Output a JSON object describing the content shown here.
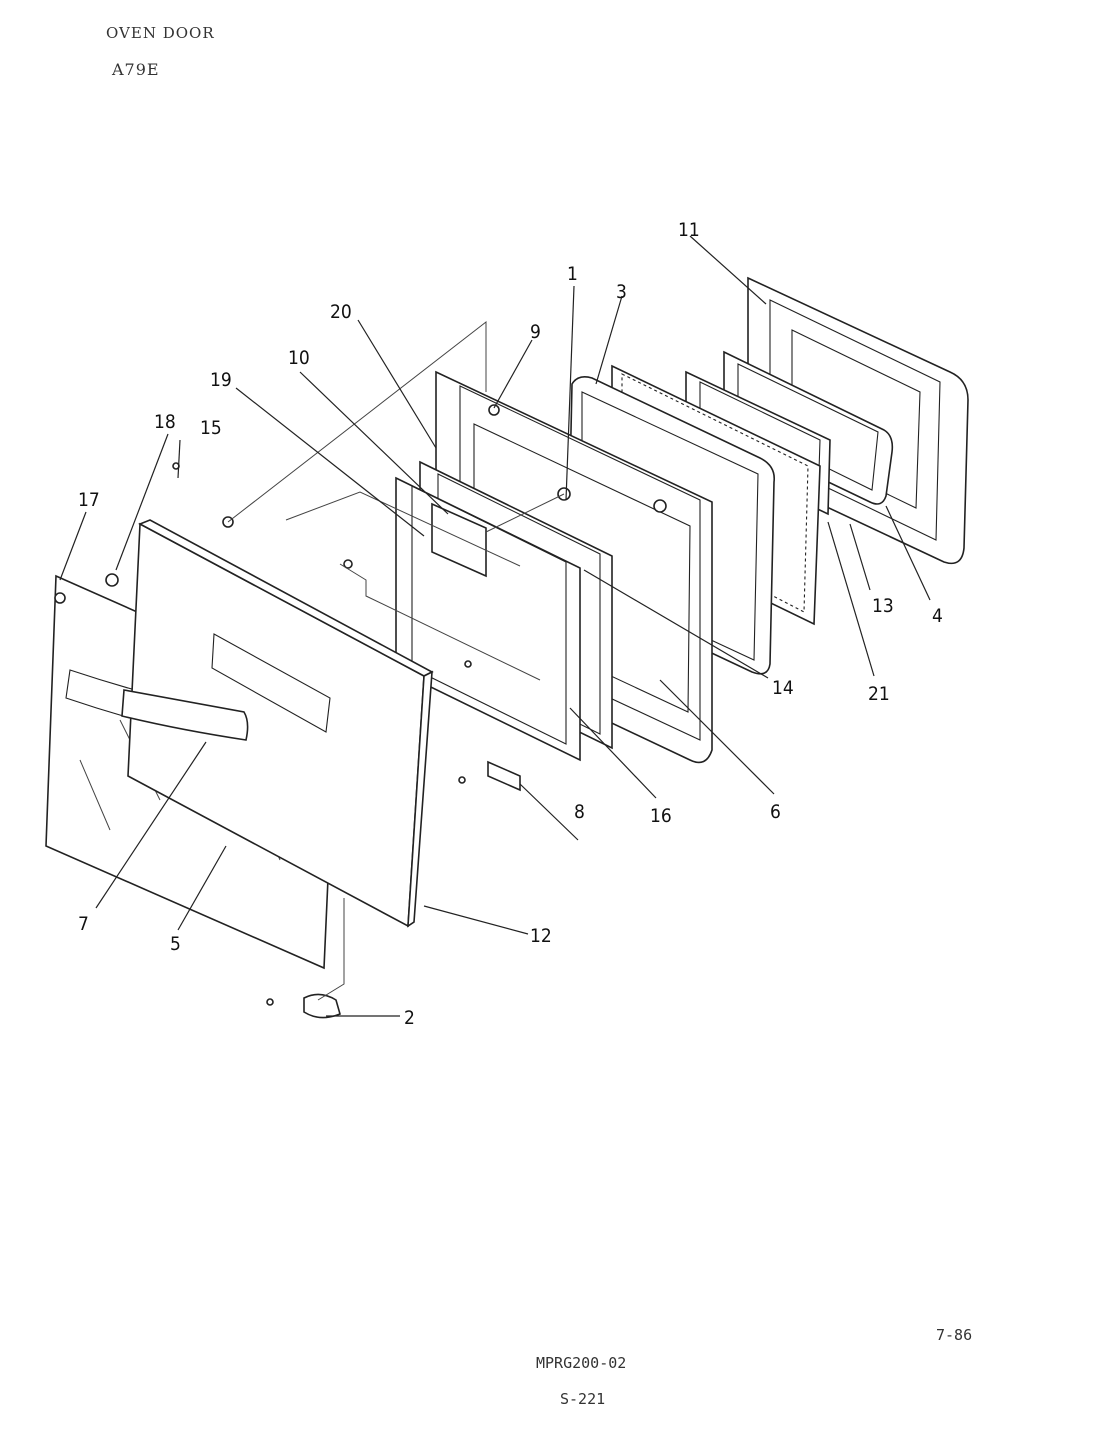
{
  "header": {
    "title": "OVEN DOOR",
    "model": "A79E"
  },
  "footer": {
    "date": "7-86",
    "doc_number": "MPRG200-02",
    "page": "S-221"
  },
  "callouts": {
    "c1": "1",
    "c2": "2",
    "c3": "3",
    "c4": "4",
    "c5": "5",
    "c6": "6",
    "c7": "7",
    "c8": "8",
    "c9": "9",
    "c10": "10",
    "c11": "11",
    "c12": "12",
    "c13": "13",
    "c14": "14",
    "c15": "15",
    "c16": "16",
    "c17": "17",
    "c18": "18",
    "c19": "19",
    "c20": "20",
    "c21": "21"
  }
}
